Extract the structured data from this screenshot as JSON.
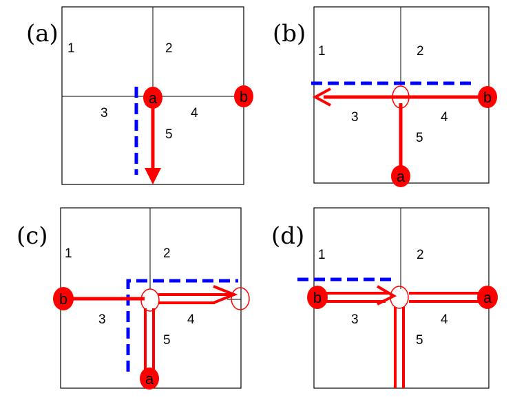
{
  "colors": {
    "route": "#ff0000",
    "blocked": "#0000ff"
  },
  "panels": {
    "a": {
      "label": "(a)"
    },
    "b": {
      "label": "(b)"
    },
    "c": {
      "label": "(c)"
    },
    "d": {
      "label": "(d)"
    }
  },
  "regions": [
    "1",
    "2",
    "3",
    "4",
    "5"
  ],
  "nodes": {
    "a": "a",
    "b": "b"
  }
}
